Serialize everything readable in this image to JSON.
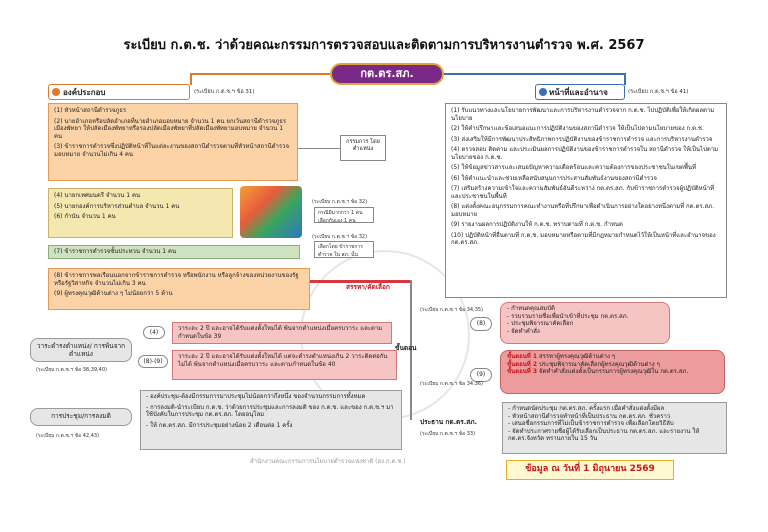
{
  "title": "ระเบียบ ก.ต.ช. ว่าด้วยคณะกรรมการตรวจสอบและติดตามการบริหารงานตำรวจ พ.ศ. 2567",
  "center_badge": "กต.ตร.สภ.",
  "composition": {
    "header": "องค์ประกอบ",
    "ref": "(ระเบียบ ก.ต.ช.ฯ ข้อ 31)",
    "items_main": [
      "(1) หัวหน้าสถานีตำรวจภูธร",
      "(2) นายอำเภอหรือปลัดอำเภอที่นายอำเภอมอบหมาย จำนวน 1 คน ยกเว้นสถานีตำรวจภูธรเมืองพัทยา ให้ปลัดเมืองพัทยาหรือรองปลัดเมืองพัทยาที่ปลัดเมืองพัทยามอบหมาย จำนวน 1 คน",
      "(3) ข้าราชการตำรวจซึ่งปฏิบัติหน้าที่ในแต่ละงานของสถานีตำรวจตามที่หัวหน้าสถานีตำรวจมอบหมาย จำนวนไม่เกิน 4 คน"
    ],
    "items_selected": [
      "(4) นายกเทศมนตรี จำนวน 1 คน",
      "(5) นายกองค์การบริหารส่วนตำบล จำนวน 1 คน",
      "(6) กำนัน จำนวน 1 คน"
    ],
    "item7": "(7) ข้าราชการตำรวจชั้นประทวน จำนวน 1 คน",
    "item8": "(8) ข้าราชการพลเรือนนอกจากข้าราชการตำรวจ หรือพนักงาน หรือลูกจ้างของหน่วยงานของรัฐหรือรัฐวิสาหกิจ จำนวนไม่เกิน 3 คน",
    "item9": "(9) ผู้ทรงคุณวุฒิด้านต่าง ๆ ไม่น้อยกว่า 5 ด้าน"
  },
  "committee_label": "กรรมการ โดยตำแหน่ง",
  "selection_ref_1": "(ระเบียบ ก.ต.ช.ฯ ข้อ 32)",
  "selection_note_1": "กรณีมีมากกว่า 1 คน เลือกกันเอง 1 คน",
  "selection_ref_2": "(ระเบียบ ก.ต.ช.ฯ ข้อ 32)",
  "selection_note_2": "เลือกโดย ข้าราชการตำรวจ ใน สภ. นั้น",
  "recruit_label": "สรรหา/คัดเลือก",
  "steps_label": "ขั้นตอน",
  "term": {
    "label": "วาระดำรงตำแหน่ง/ การพ้นจากตำแหน่ง",
    "ref": "(ระเบียบ ก.ต.ช.ฯ ข้อ 38,39,40)",
    "tag_a": "(4)",
    "text_a": "วาระละ 2 ปี และอาจได้รับแต่งตั้งใหม่ได้ พ้นจากตำแหน่งเมื่อครบวาระ และตามกำหนดในข้อ 39",
    "tag_b": "(8)-(9)",
    "text_b": "วาระละ 2 ปี และอาจได้รับแต่งตั้งใหม่ได้ แต่จะดำรงตำแหน่งเกิน 2 วาระติดต่อกันไม่ได้ พ้นจากตำแหน่งเมื่อครบวาระ และตามกำหนดในข้อ 40"
  },
  "meeting": {
    "label": "การประชุม/การลงมติ",
    "ref": "(ระเบียบ ก.ต.ช.ฯ ข้อ 42,43)",
    "points": [
      "- องค์ประชุม-ต้องมีกรรมการมาประชุมไม่น้อยกว่ากึ่งหนึ่ง ของจำนวนกรรมการทั้งหมด",
      "- การลงมติ-นำระเบียบ ก.ต.ช. ว่าด้วยการประชุมและการลงมติ ของ ก.ต.ช. และของ ก.ต.ช.ฯ มาใช้บังคับในการประชุม กต.ตร.สภ. โดยอนุโลม",
      "- ให้ กต.ตร.สภ. มีการประชุมอย่างน้อย 2 เดือนต่อ 1 ครั้ง"
    ]
  },
  "duties": {
    "header": "หน้าที่และอำนาจ",
    "ref": "(ระเบียบ ก.ต.ช.ฯ ข้อ 41)",
    "items": [
      "(1) รับแนวทางและนโยบายการพัฒนาและการบริหารงานตำรวจจาก ก.ต.ช. ไปปฏิบัติเพื่อให้เกิดผลตามนโยบาย",
      "(2) ให้คำปรึกษาและข้อเสนอแนะการปฏิบัติงานของสถานีตำรวจ ให้เป็นไปตามนโยบายของ ก.ต.ช.",
      "(3) ส่งเสริมให้มีการพัฒนาประสิทธิภาพการปฏิบัติงานของข้าราชการตำรวจ และการบริหารงานตำรวจ",
      "(4) ตรวจสอบ ติดตาม และประเมินผลการปฏิบัติงานของข้าราชการตำรวจใน สถานีตำรวจ ให้เป็นไปตามนโยบายของ ก.ต.ช.",
      "(5) ให้ข้อมูลข่าวสารและเสนอปัญหาความเดือดร้อนและความต้องการของประชาชนในเขตพื้นที่",
      "(6) ให้คำแนะนำและช่วยเหลือสนับสนุนการประสานสัมพันธ์งานของสถานีตำรวจ",
      "(7) เสริมสร้างความเข้าใจและความสัมพันธ์อันดีระหว่าง กต.ตร.สภ. กับข้าราชการตำรวจผู้ปฏิบัติหน้าที่และประชาชนในพื้นที่",
      "(8) แต่งตั้งคณะอนุกรรมการคณะทำงานหรือที่ปรึกษาเพื่อดำเนินการอย่างใดอย่างหนึ่งตามที่ กต.ตร.สภ. มอบหมาย",
      "(9) รายงานผลการปฏิบัติงานให้ ก.ต.ช. ทราบตามที่ ก.ต.ช. กำหนด",
      "(10) ปฏิบัติหน้าที่อื่นตามที่ ก.ต.ช. มอบหมายหรือตามที่มีกฎหมายกำหนดไว้ให้เป็นหน้าที่และอำนาจของ กต.ตร.สภ."
    ]
  },
  "step8": {
    "ref": "(ระเบียบ ก.ต.ช.ฯ ข้อ 34,35)",
    "tag": "(8)",
    "points": [
      "- กำหนดคุณสมบัติ",
      "- รวบรวมรายชื่อเพื่อนำเข้าที่ประชุม กต.ตร.สภ.",
      "- ประชุมพิจารณาคัดเลือก",
      "- จัดทำคำสั่ง"
    ],
    "points_prefix": [
      "- กำหนดคุณสมบัติ",
      "- รวบรวมรายชื่อเพื่อนำเข้าที่ประชุม กต.ตร.สภ."
    ]
  },
  "step9": {
    "tag": "(9)",
    "ref": "(ระเบียบ ก.ต.ช.ฯ ข้อ 34,36)",
    "steps": [
      {
        "label": "ขั้นตอนที่ 1",
        "text": "สรรหาผู้ทรงคุณวุฒิด้านต่าง ๆ"
      },
      {
        "label": "ขั้นตอนที่ 2",
        "text": "ประชุมพิจารณาคัดเลือกผู้ทรงคุณวุฒิด้านต่าง ๆ"
      },
      {
        "label": "ขั้นตอนที่ 3",
        "text": "จัดทำคำสั่งแต่งตั้งเป็นกรรมการผู้ทรงคุณวุฒิใน กต.ตร.สภ."
      }
    ]
  },
  "chair": {
    "label": "ประธาน กต.ตร.สภ.",
    "ref": "(ระเบียบ ก.ต.ช.ฯ ข้อ 33)",
    "points": [
      "- กำหนดนัดประชุม กต.ตร.สภ. ครั้งแรก เมื่อคำสั่งแต่งตั้งมีผล",
      "- หัวหน้าสถานีตำรวจทำหน้าที่เป็นประธาน กต.ตร.สภ. ชั่วคราว",
      "- เสนอชื่อกรรมการที่ไม่เป็นข้าราชการตำรวจ เพื่อเลือกโดยวิธีลับ",
      "- จัดทำประกาศรายชื่อผู้ได้รับเลือกเป็นประธาน กต.ตร.สภ. และรายงาน ให้ กต.ตร.จังหวัด ทราบภายใน 15 วัน"
    ]
  },
  "footer_agency": "สำนักงานคณะกรรมการนโยบายตำรวจแห่งชาติ (สง.ก.ต.ช.)",
  "date_note": "ข้อมูล ณ วันที่ 1 มิถุนายน 2569",
  "colors": {
    "purple": "#7a2a86",
    "orange": "#e07a2a",
    "blue": "#3c6fb4",
    "red": "#c4161c"
  }
}
